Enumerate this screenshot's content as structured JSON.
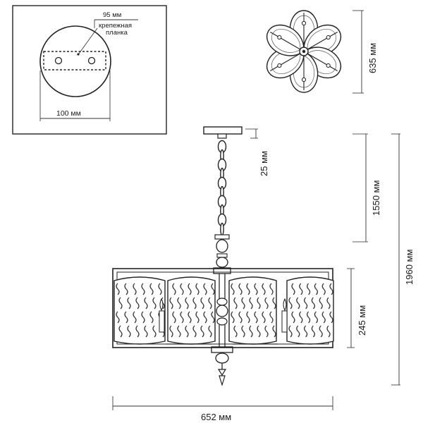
{
  "mount_plate": {
    "plate_width_label": "95 мм",
    "bracket_label_line1": "крепежная",
    "bracket_label_line2": "планка",
    "base_diameter_label": "100 мм"
  },
  "top_view": {
    "diameter_label": "635 мм"
  },
  "front_view": {
    "ceiling_gap_label": "25 мм",
    "chain_length_label": "1550 мм",
    "total_height_label": "1960 мм",
    "body_height_label": "245 мм",
    "width_label": "652 мм"
  }
}
